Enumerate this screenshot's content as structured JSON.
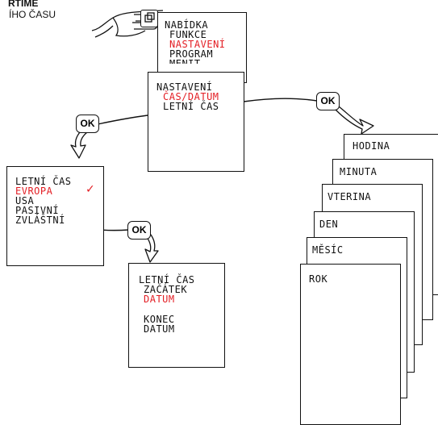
{
  "header": {
    "title": "RTIME",
    "subtitle": "ÍHO ČASU"
  },
  "menu_panel": {
    "items": [
      "NABÍDKA",
      "FUNKCE",
      "NASTAVENÍ",
      "PROGRAM"
    ],
    "highlighted_index": 2,
    "clipped_item": "MĚNIT"
  },
  "settings_panel": {
    "items": [
      "NASTAVENÍ",
      "ČAS/DATUM",
      "LETNÍ ČAS"
    ],
    "highlighted_index": 1
  },
  "ok_button": {
    "label": "OK"
  },
  "dst_panel": {
    "items": [
      "LETNÍ ČAS",
      "EVROPA",
      "USA",
      "PASIVNÍ",
      "ZVLÁŠTNÍ"
    ],
    "highlighted_index": 1,
    "check": "✓"
  },
  "special_panel": {
    "title": "LETNÍ ČAS",
    "start_label": "ZAČÁTEK",
    "start_value": "DATUM",
    "end_label": "KONEC",
    "end_value": "DATUM"
  },
  "stack_cards": [
    "HODINA",
    "MINUTA",
    "VTERINA",
    "DEN",
    "MĚSÍC",
    "ROK"
  ],
  "colors": {
    "highlight": "#e31e24",
    "ink": "#111111",
    "arrow_fill": "#ffffff"
  },
  "icons": {
    "hand": "pointing-hand-icon",
    "button": "menu-button-icon",
    "arrow": "curved-arrow-icon",
    "check": "checkmark-icon"
  }
}
